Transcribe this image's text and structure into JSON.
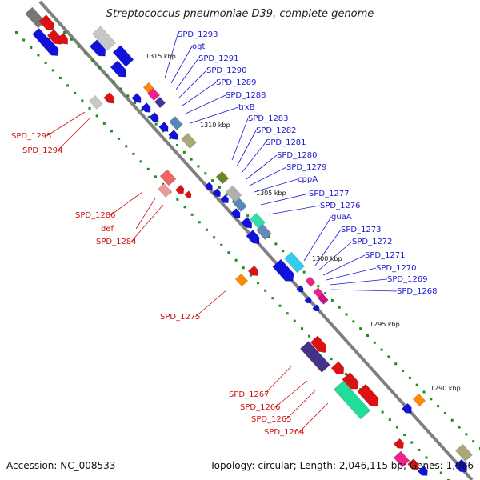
{
  "title": "Streptococcus pneumoniae D39, complete genome",
  "footer": {
    "accession": "Accession: NC_008533",
    "topology": "Topology: circular; Length: 2,046,115 bp; Genes: 1,986"
  },
  "colors": {
    "backbone": "#808080",
    "plus_label": "#1a1ad0",
    "minus_label": "#cc1111",
    "tick_green": "#1a8f1a"
  },
  "kbp_marks": [
    "1315 kbp",
    "1310 kbp",
    "1305 kbp",
    "1300 kbp",
    "1295 kbp",
    "1290 kbp"
  ],
  "plus_labels": [
    "SPD_1293",
    "ogt",
    "SPD_1291",
    "SPD_1290",
    "SPD_1289",
    "SPD_1288",
    "trxB",
    "SPD_1283",
    "SPD_1282",
    "SPD_1281",
    "SPD_1280",
    "SPD_1279",
    "cppA",
    "SPD_1277",
    "SPD_1276",
    "guaA",
    "SPD_1273",
    "SPD_1272",
    "SPD_1271",
    "SPD_1270",
    "SPD_1269",
    "SPD_1268"
  ],
  "minus_labels": [
    "SPD_1295",
    "SPD_1294",
    "SPD_1286",
    "def",
    "SPD_1284",
    "SPD_1275",
    "SPD_1267",
    "SPD_1266",
    "SPD_1265",
    "SPD_1264"
  ]
}
